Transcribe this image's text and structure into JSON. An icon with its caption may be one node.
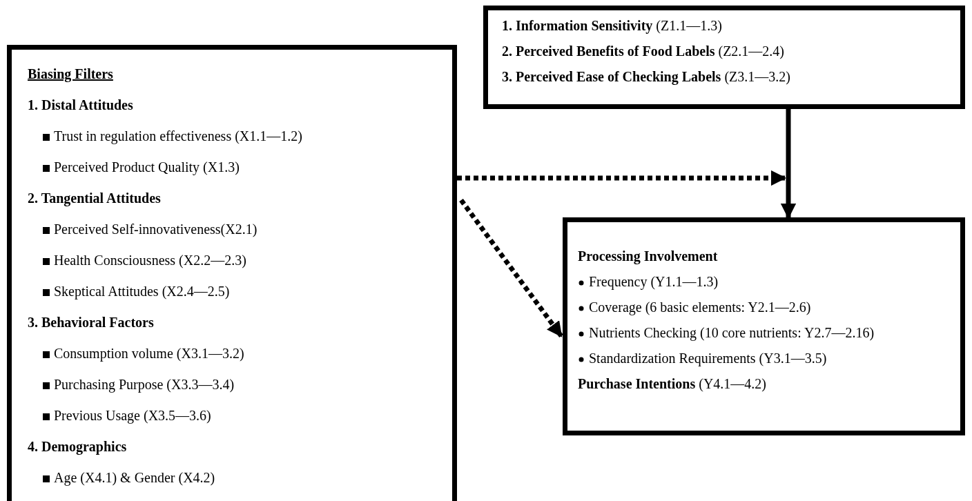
{
  "diagram": {
    "nodes": [
      {
        "text": [
          "Biasing Filters",
          "1. Distal Attitudes",
          "Trust in regulation effectiveness (X1.1—1.2)",
          "Perceived Product Quality (X1.3)",
          "2. Tangential Attitudes",
          "Perceived Self-innovativeness(X2.1)",
          "Health Consciousness (X2.2—2.3)",
          "Skeptical Attitudes (X2.4—2.5)",
          "3. Behavioral Factors",
          "Consumption volume (X3.1—3.2)",
          "Purchasing Purpose (X3.3—3.4)",
          "Previous Usage (X3.5—3.6)",
          "4. Demographics",
          "Age (X4.1) & Gender (X4.2)"
        ]
      },
      {
        "text": [
          "**1. Information Sensitivity** (Z1.1—1.3)",
          "**2. Perceived Benefits of Food Labels** (Z2.1—2.4)",
          "**3. Perceived Ease of Checking Labels** (Z3.1—3.2)"
        ]
      },
      {
        "text": [
          "Processing Involvement",
          "Frequency (Y1.1—1.3)",
          "Coverage (6 basic elements: Y2.1—2.6)",
          "Nutrients Checking (10 core nutrients: Y2.7—2.16)",
          "Standardization Requirements (Y3.1—3.5)",
          "**Purchase Intentions** (Y4.1—4.2)"
        ]
      }
    ],
    "edges": [
      {
        "from": 0,
        "to": null,
        "arrow": "to",
        "style": "dashed"
      },
      {
        "from": 0,
        "to": 2,
        "arrow": "to",
        "style": "dashed"
      },
      {
        "from": 1,
        "to": 2,
        "arrow": "to"
      }
    ]
  }
}
